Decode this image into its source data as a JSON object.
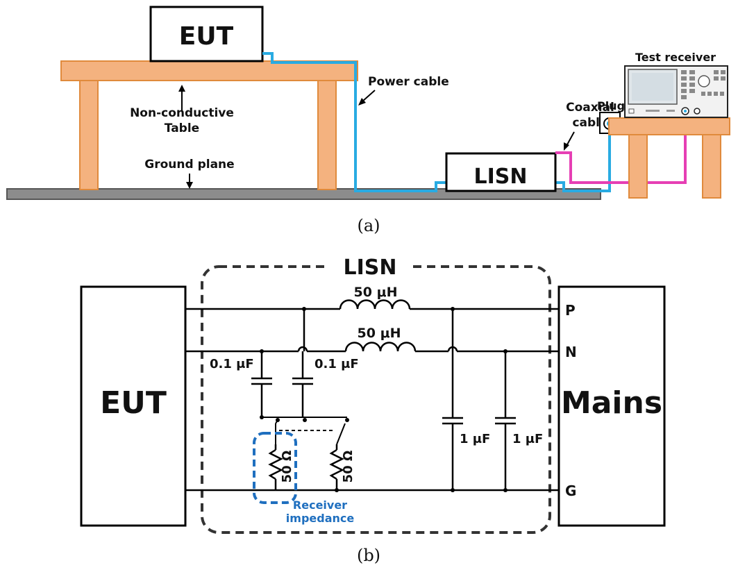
{
  "panel_a": {
    "eut": "EUT",
    "table": [
      "Non-conductive",
      "Table"
    ],
    "ground_plane": "Ground plane",
    "power_cable": "Power cable",
    "lisn": "LISN",
    "coaxial_cable": [
      "Coaxial",
      "cable"
    ],
    "plug": "Plug",
    "test_receiver": "Test receiver",
    "caption": "(a)"
  },
  "panel_b": {
    "eut": "EUT",
    "mains": "Mains",
    "lisn": "LISN",
    "inductor_top": "50 μH",
    "inductor_bottom": "50 μH",
    "cap_left_1": "0.1 μF",
    "cap_left_2": "0.1 μF",
    "cap_right_1": "1 μF",
    "cap_right_2": "1 μF",
    "res_1": "50 Ω",
    "res_2": "50 Ω",
    "node_p": "P",
    "node_n": "N",
    "node_g": "G",
    "receiver_impedance": [
      "Receiver",
      "impedance"
    ],
    "caption": "(b)"
  },
  "colors": {
    "table": "#f4b27f",
    "table_stroke": "#e08a3c",
    "power_cable": "#29abe2",
    "coax_cable": "#e63fb4",
    "ground": "#8c8c8c",
    "receiver_highlight": "#1f6fbf"
  }
}
